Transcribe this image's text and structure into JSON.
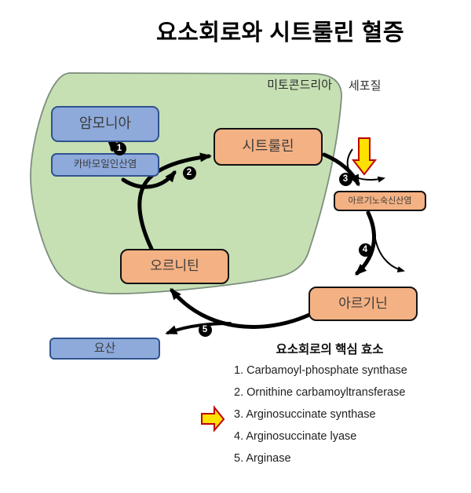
{
  "title": "요소회로와 시트룰린 혈증",
  "regions": {
    "mitochondria_label": "미토콘드리아",
    "cytoplasm_label": "세포질"
  },
  "nodes": [
    {
      "id": "ammonia",
      "label": "암모니아",
      "color": "blue"
    },
    {
      "id": "carbamoyl-phosphate",
      "label": "카바모일인산염",
      "color": "blue"
    },
    {
      "id": "citrulline",
      "label": "시트룰린",
      "color": "orange"
    },
    {
      "id": "argininosuccinate",
      "label": "아르기노숙신산염",
      "color": "orange"
    },
    {
      "id": "ornithine",
      "label": "오르니틴",
      "color": "orange"
    },
    {
      "id": "arginine",
      "label": "아르기닌",
      "color": "orange"
    },
    {
      "id": "urea",
      "label": "요산",
      "color": "blue"
    }
  ],
  "steps": [
    "1",
    "2",
    "3",
    "4",
    "5"
  ],
  "edges": [
    {
      "from": "ammonia",
      "to": "carbamoyl-phosphate",
      "step": "1"
    },
    {
      "from": "carbamoyl-phosphate",
      "to": "citrulline",
      "step": "2"
    },
    {
      "from": "ornithine",
      "to": "citrulline",
      "step": "2"
    },
    {
      "from": "citrulline",
      "to": "argininosuccinate",
      "step": "3"
    },
    {
      "from": "argininosuccinate",
      "to": "arginine",
      "step": "4"
    },
    {
      "from": "arginine",
      "to": "ornithine",
      "step": "5"
    },
    {
      "from": "arginine",
      "to": "urea",
      "step": "5"
    }
  ],
  "highlight": {
    "highlighted_step": "3",
    "highlighted_enzyme": "3. Arginosuccinate synthase"
  },
  "enzyme_list": {
    "title": "요소회로의 핵심 효소",
    "items": [
      "1. Carbamoyl-phosphate synthase",
      "2. Ornithine carbamoyltransferase",
      "3. Arginosuccinate synthase",
      "4. Arginosuccinate lyase",
      "5. Arginase"
    ],
    "highlighted_item_index": 2
  },
  "colors": {
    "substrate_box_blue": "#8EAADB",
    "blue_box_border": "#31538f",
    "intermediate_box_orange": "#F4B183",
    "mitochondria_green": "#C6E0B4",
    "mitochondria_border": "#7E8E7E",
    "highlight_arrow_yellow": "#FFE100",
    "highlight_arrow_border_red": "#C00000",
    "arrow_black": "#000000"
  }
}
